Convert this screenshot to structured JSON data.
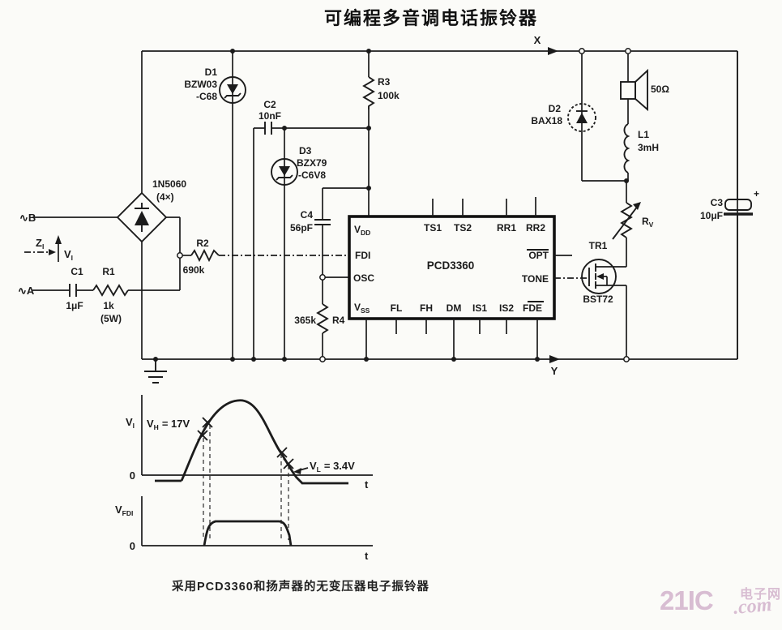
{
  "title": "可编程多音调电话振铃器",
  "caption": "采用PCD3360和扬声器的无变压器电子振铃器",
  "logo": {
    "brand": "21IC",
    "com": ".com",
    "site_cn": "电子网",
    "color": "#d8bdd2"
  },
  "terminals": {
    "line_b": "∿B",
    "line_a": "∿A",
    "node_x": "X",
    "node_y": "Y",
    "zi_main": "Z",
    "zi_sub": "I",
    "vi_main": "V",
    "vi_sub": "I"
  },
  "components": {
    "bridge": {
      "part": "1N5060",
      "qty": "(4×)"
    },
    "d1": {
      "ref": "D1",
      "type": "BZW03",
      "type2": "-C68"
    },
    "d2": {
      "ref": "D2",
      "type": "BAX18"
    },
    "d3": {
      "ref": "D3",
      "type": "BZX79",
      "type2": "-C6V8"
    },
    "c1": {
      "ref": "C1",
      "value": "1μF"
    },
    "c2": {
      "ref": "C2",
      "value": "10nF"
    },
    "c3": {
      "ref": "C3",
      "value": "10μF",
      "polarity": "+"
    },
    "c4": {
      "ref": "C4",
      "value": "56pF"
    },
    "r1": {
      "ref": "R1",
      "value": "1k",
      "note": "(5W)"
    },
    "r2": {
      "ref": "R2",
      "value": "690k"
    },
    "r3": {
      "ref": "R3",
      "value": "100k"
    },
    "r4": {
      "ref": "R4",
      "value": "365k"
    },
    "rv": {
      "main": "R",
      "sub": "V"
    },
    "l1": {
      "ref": "L1",
      "value": "3mH"
    },
    "tr1": {
      "ref": "TR1",
      "type": "BST72"
    },
    "speaker": {
      "impedance": "50Ω"
    }
  },
  "ic": {
    "name": "PCD3360",
    "pins": {
      "vdd_main": "V",
      "vdd_sub": "DD",
      "vss_main": "V",
      "vss_sub": "SS",
      "fdi": "FDI",
      "osc": "OSC",
      "ts1": "TS1",
      "ts2": "TS2",
      "rr1": "RR1",
      "rr2": "RR2",
      "opt": "OPT",
      "tone": "TONE",
      "fl": "FL",
      "fh": "FH",
      "dm": "DM",
      "is1": "IS1",
      "is2": "IS2",
      "fde": "FDE"
    }
  },
  "waveforms": {
    "wf1": {
      "y_main": "V",
      "y_sub": "I",
      "vh_main": "V",
      "vh_sub": "H",
      "vh_eq": "= 17V",
      "vl_main": "V",
      "vl_sub": "L",
      "vl_eq": "= 3.4V",
      "zero": "0",
      "xlabel": "t"
    },
    "wf2": {
      "y_main": "V",
      "y_sub": "FDI",
      "zero": "0",
      "xlabel": "t"
    }
  }
}
